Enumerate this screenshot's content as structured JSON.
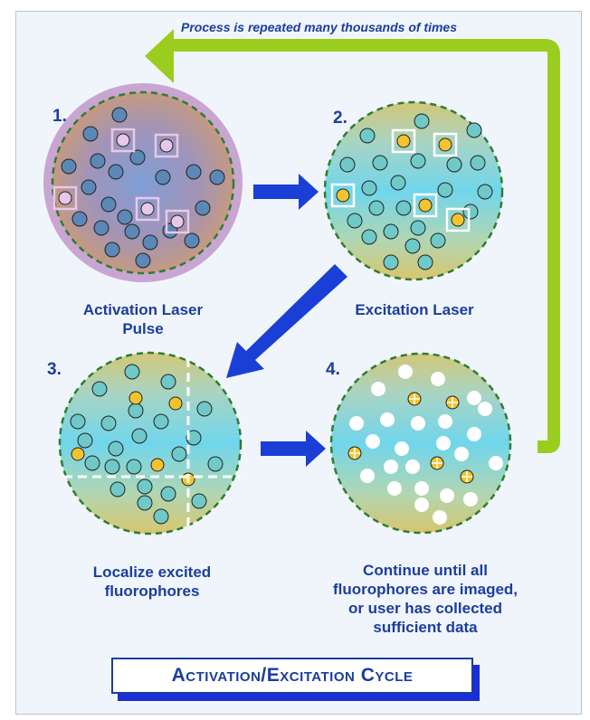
{
  "top_note": "Process is repeated many thousands of times",
  "steps": [
    {
      "number": "1.",
      "caption_lines": [
        "Activation Laser",
        "Pulse"
      ]
    },
    {
      "number": "2.",
      "caption_lines": [
        "Excitation Laser"
      ]
    },
    {
      "number": "3.",
      "caption_lines": [
        "Localize excited",
        "fluorophores"
      ]
    },
    {
      "number": "4.",
      "caption_lines": [
        "Continue until all",
        "fluorophores are imaged,",
        "or user has collected",
        "sufficient data"
      ]
    }
  ],
  "title": "Activation/Excitation Cycle",
  "colors": {
    "text_blue": "#1b3d9e",
    "arrow_blue": "#1a3fd6",
    "loop_arrow_green": "#9acd1e",
    "circle_border_green": "#2e7d32",
    "activated_pink": "#e8c8e8",
    "excited_yellow": "#f6c22d",
    "inactive_teal": "#6fc9c8",
    "bleached_white": "#ffffff",
    "activation_ring": "#c9a6d2"
  }
}
